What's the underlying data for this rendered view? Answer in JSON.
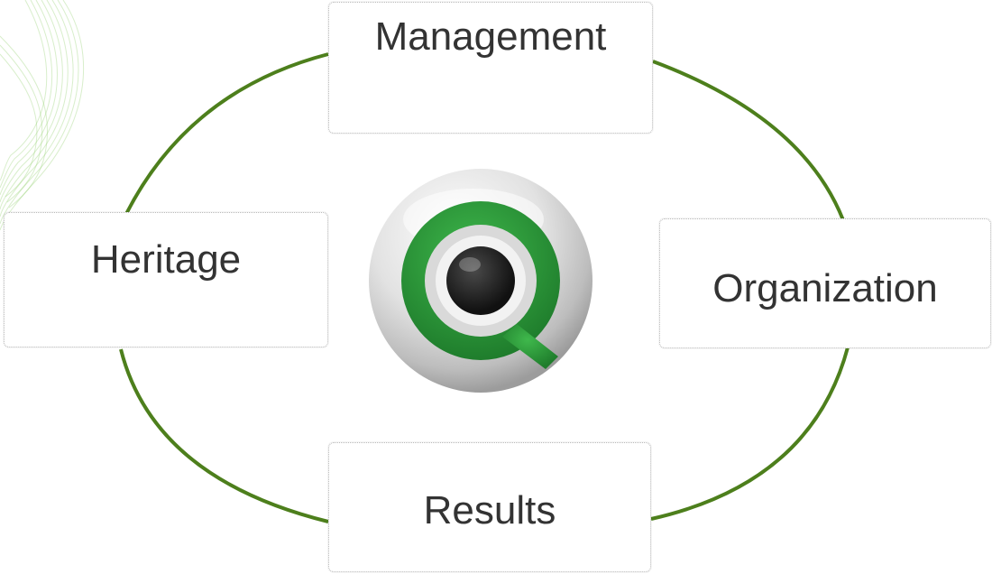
{
  "diagram": {
    "nodes": {
      "top": {
        "label": "Management"
      },
      "left": {
        "label": "Heritage"
      },
      "right": {
        "label": "Organization"
      },
      "bottom": {
        "label": "Results"
      }
    },
    "center_icon": "qlik-q-logo-icon",
    "decor_icon": "green-swirl-icon",
    "colors": {
      "cycle_line": "#4d7f1c",
      "box_border": "#b8b8b8",
      "text": "#333333",
      "logo_green": "#2f9a3a",
      "logo_dark": "#1c1c1c"
    }
  }
}
